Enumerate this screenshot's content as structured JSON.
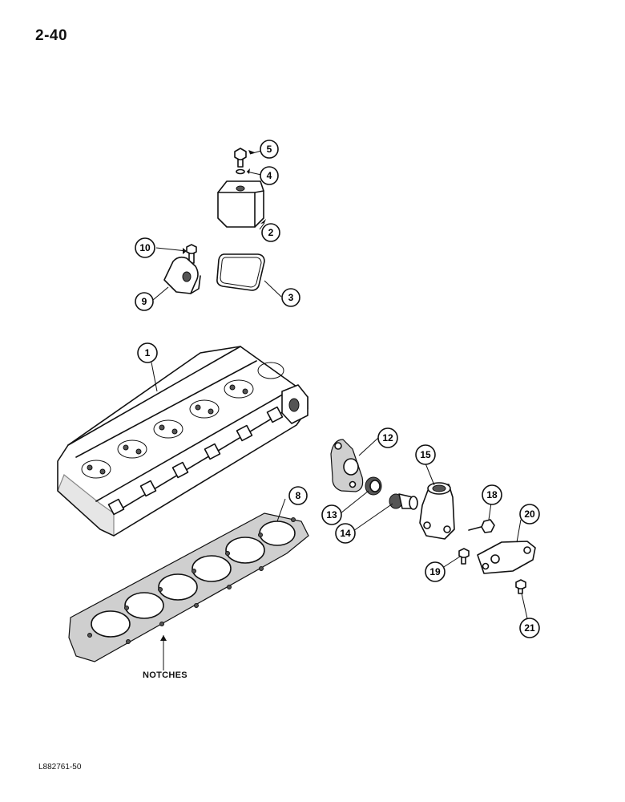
{
  "page_number": "2-40",
  "figure_code": "L882761-50",
  "notches_label": "NOTCHES",
  "callouts": [
    "1",
    "2",
    "3",
    "4",
    "5",
    "8",
    "9",
    "10",
    "12",
    "13",
    "14",
    "15",
    "18",
    "19",
    "20",
    "21"
  ]
}
